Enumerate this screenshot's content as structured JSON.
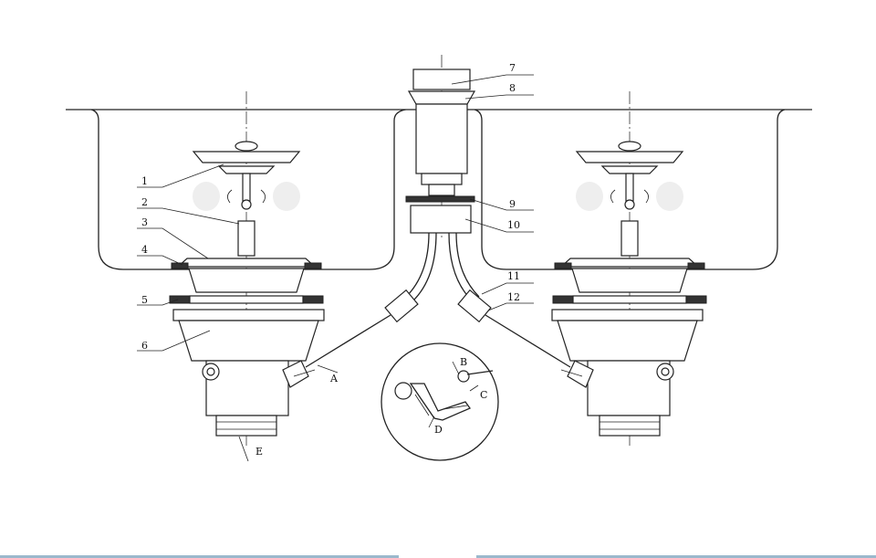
{
  "diagram": {
    "part_labels": [
      "1",
      "2",
      "3",
      "4",
      "5",
      "6",
      "7",
      "8",
      "9",
      "10",
      "11",
      "12"
    ],
    "detail_labels": {
      "A": "A",
      "B": "B",
      "C": "C",
      "D": "D",
      "E": "E"
    }
  }
}
